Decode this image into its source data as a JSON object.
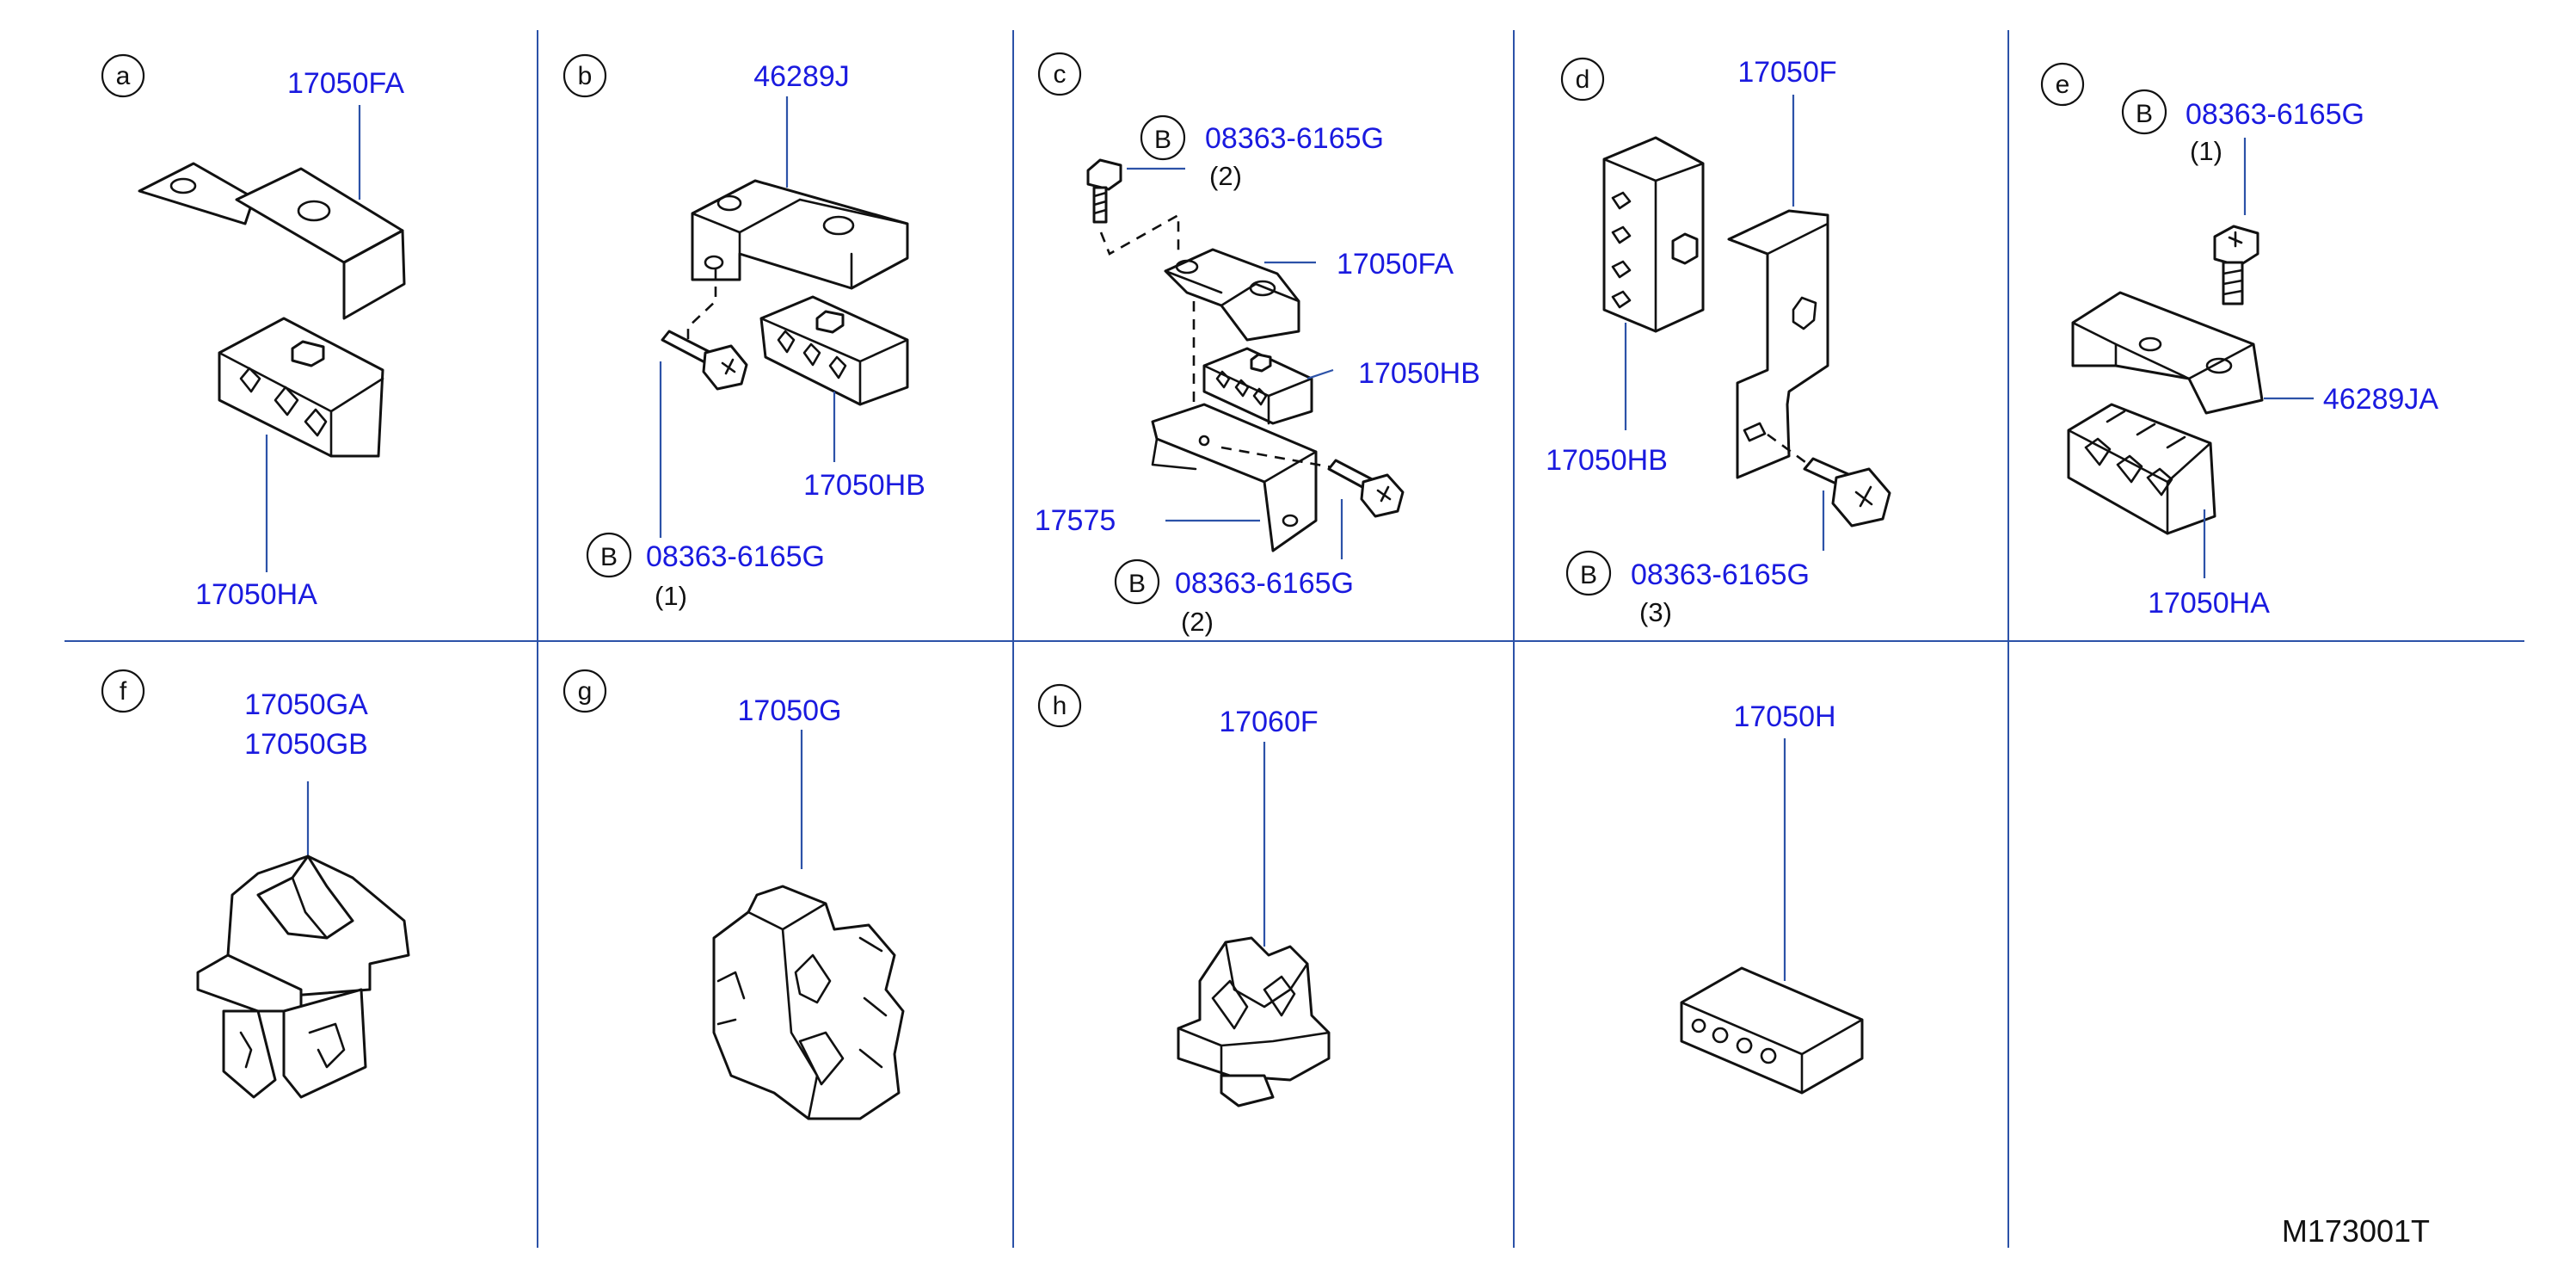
{
  "panels": [
    {
      "id": "a",
      "letter": "a",
      "parts": [
        "17050FA",
        "17050HA"
      ]
    },
    {
      "id": "b",
      "letter": "b",
      "parts": [
        "46289J",
        "17050HB"
      ],
      "bolt": {
        "symbol": "B",
        "part": "08363-6165G",
        "qty": "(1)"
      }
    },
    {
      "id": "c",
      "letter": "c",
      "parts": [
        "17050FA",
        "17050HB",
        "17575"
      ],
      "bolt_top": {
        "symbol": "B",
        "part": "08363-6165G",
        "qty": "(2)"
      },
      "bolt": {
        "symbol": "B",
        "part": "08363-6165G",
        "qty": "(2)"
      }
    },
    {
      "id": "d",
      "letter": "d",
      "parts": [
        "17050F",
        "17050HB"
      ],
      "bolt": {
        "symbol": "B",
        "part": "08363-6165G",
        "qty": "(3)"
      }
    },
    {
      "id": "e",
      "letter": "e",
      "parts": [
        "46289JA",
        "17050HA"
      ],
      "bolt": {
        "symbol": "B",
        "part": "08363-6165G",
        "qty": "(1)"
      }
    },
    {
      "id": "f",
      "letter": "f",
      "parts": [
        "17050GA",
        "17050GB"
      ]
    },
    {
      "id": "g",
      "letter": "g",
      "parts": [
        "17050G"
      ]
    },
    {
      "id": "h",
      "letter": "h",
      "parts": [
        "17060F"
      ]
    },
    {
      "id": "i",
      "letter": "",
      "parts": [
        "17050H"
      ]
    }
  ],
  "diagram_code": "M173001T",
  "colors": {
    "callout": "#1a1adf",
    "grid": "#2c52a8",
    "lines": "#111111"
  }
}
